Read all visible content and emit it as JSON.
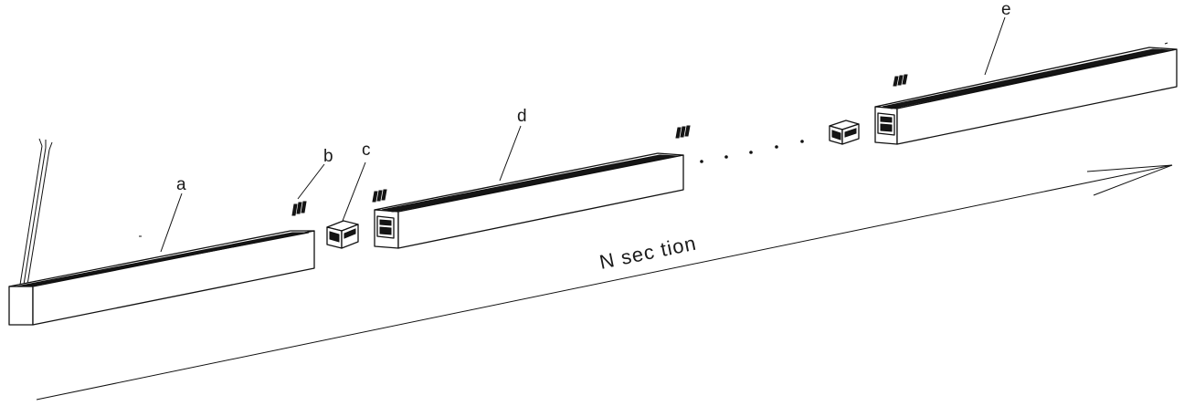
{
  "diagram": {
    "labels": {
      "a": "a",
      "b": "b",
      "c": "c",
      "d": "d",
      "e": "e"
    },
    "section_text": "N sec tion",
    "dots": ". . . . ."
  }
}
